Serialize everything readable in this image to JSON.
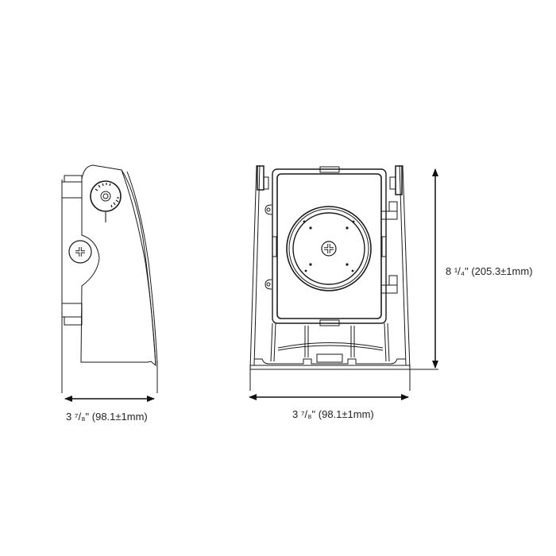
{
  "drawing": {
    "title": "Wall pack fixture dimension drawing",
    "views": [
      "side-view",
      "front-view"
    ],
    "line_color": "#1a1a1a",
    "background": "#ffffff"
  },
  "dimensions": {
    "side_width": {
      "label": "3 ⁷/₈\"  (98.1±1mm)",
      "inches": "3 7/8",
      "mm": "98.1±1"
    },
    "front_width": {
      "label": "3 ⁷/₈\"  (98.1±1mm)",
      "inches": "3 7/8",
      "mm": "98.1±1"
    },
    "front_height": {
      "label": "8 ¹/₄\" (205.3±1mm)",
      "inches": "8 1/4",
      "mm": "205.3±1"
    }
  }
}
